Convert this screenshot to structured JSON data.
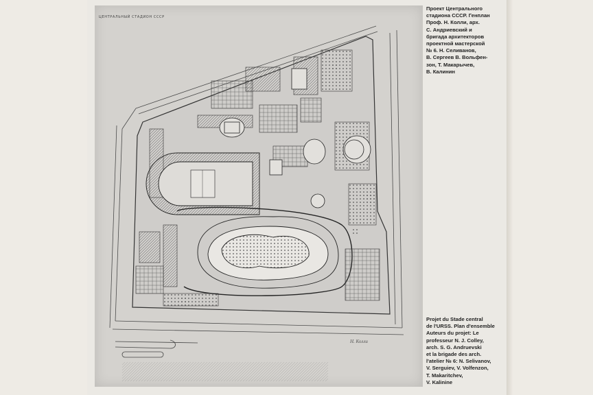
{
  "colors": {
    "background": "#eeebe5",
    "page": "#ebe9e4",
    "plate": "#d4d2ce",
    "ink": "#222222",
    "drawing": "#3a3a3a"
  },
  "caption_russian": {
    "lines": [
      "Проект Центрального",
      "стадиона СССР. Генплан",
      "Проф. Н. Колли, арх.",
      "С. Андриевский и",
      "бригада архитекторов",
      "проектной мастерской",
      "№ 6. Н. Селиванов,",
      "В. Сергеев В. Вольфен-",
      "зон, Т. Макарычев,",
      "В. Калинин"
    ]
  },
  "caption_french": {
    "lines": [
      "Projet du Stade central",
      "de l'URSS. Plan d'ensemble",
      "Auteurs du projet: Le",
      "professeur N. J. Colley,",
      "arch. S. G. Andruevski",
      "et la brigade des arch.",
      "l'atelier № 6: N. Selivanov,",
      "V. Serguiev, V. Volfenzon,",
      "T. Makaritchev,",
      "V. Kalinine"
    ]
  },
  "plate": {
    "title": "ЦЕНТРАЛЬНЫЙ СТАДИОН СССР",
    "signature": "Н. Колли"
  }
}
